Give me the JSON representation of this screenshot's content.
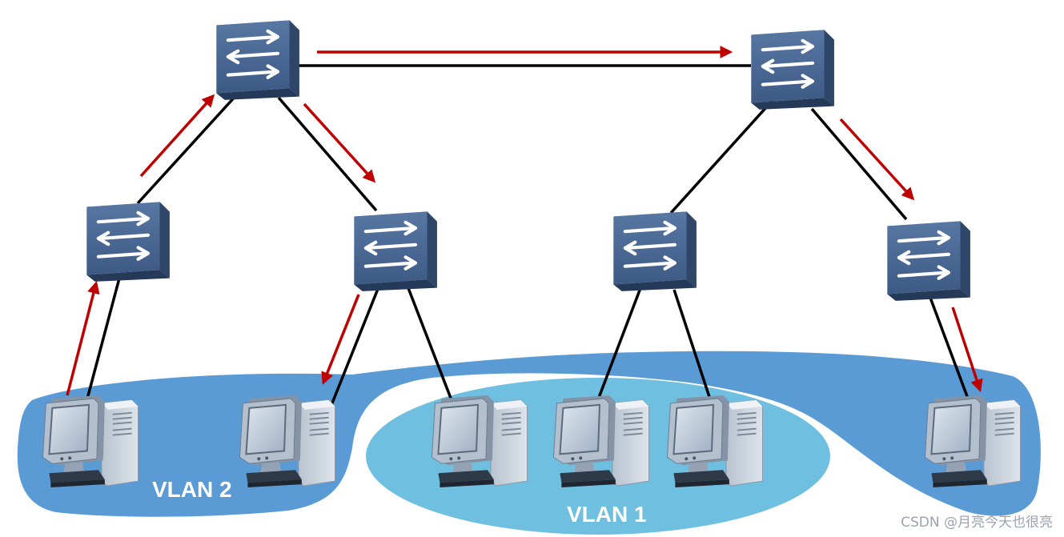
{
  "labels": {
    "vlan2": "VLAN 2",
    "vlan1": "VLAN 1"
  },
  "watermark": "CSDN @月亮今天也很亮",
  "colors": {
    "vlan2_region": "#5b9bd5",
    "vlan1_region": "#6fbfe0",
    "link_line": "#000000",
    "flow_arrow": "#c00000",
    "switch_face": "#4a6890",
    "switch_top": "#7189ab",
    "switch_side": "#2e4668"
  },
  "icons": {
    "switch": "switch-icon",
    "pc": "desktop-computer-icon"
  }
}
